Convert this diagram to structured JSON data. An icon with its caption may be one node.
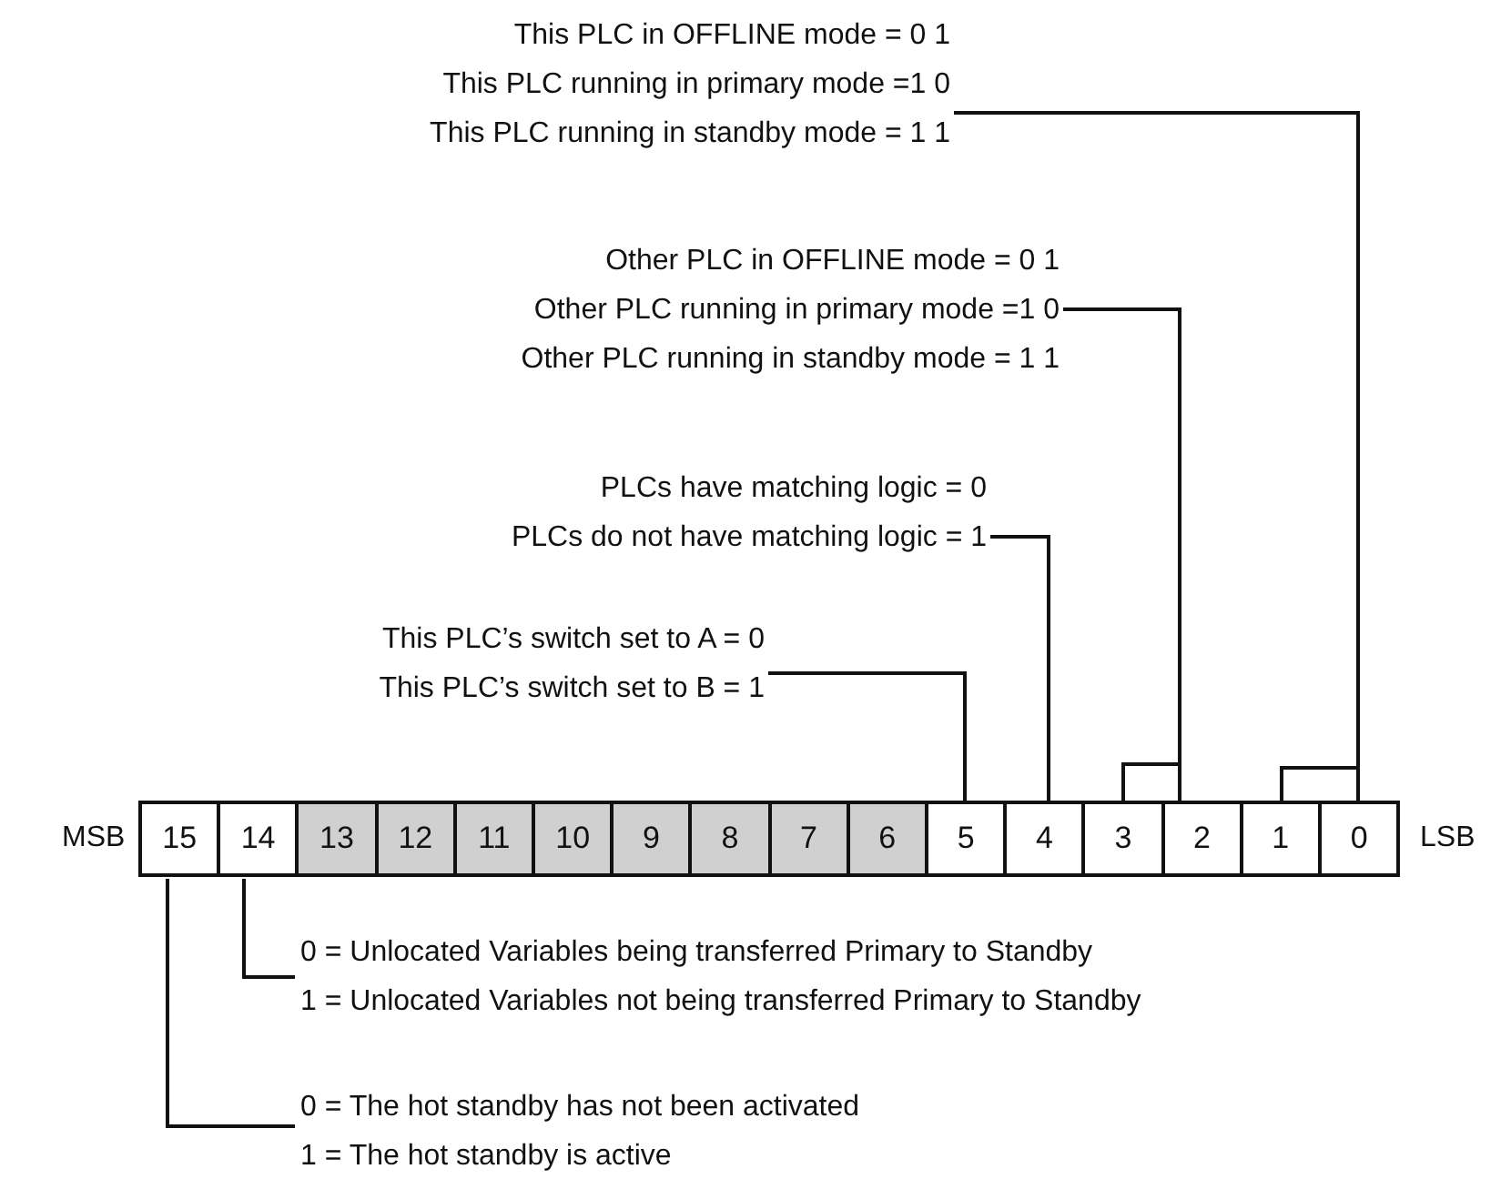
{
  "diagram": {
    "nodes": [
      {
        "text": [
          "This PLC in OFFLINE mode = 0 1",
          "This PLC running in primary mode =1 0",
          "This PLC running in standby mode = 1 1"
        ]
      },
      {
        "text": [
          "Other PLC in OFFLINE mode = 0 1",
          "Other PLC running in primary mode =1 0",
          "Other PLC running in standby mode = 1 1"
        ]
      },
      {
        "text": [
          "PLCs have matching logic = 0",
          "PLCs do not have matching logic = 1"
        ]
      },
      {
        "text": [
          "This PLC’s switch set to A = 0",
          "This PLC’s switch set to B = 1"
        ]
      },
      {
        "text": [
          "15"
        ]
      },
      {
        "text": [
          "14"
        ]
      },
      {
        "text": [
          "13"
        ]
      },
      {
        "text": [
          "12"
        ]
      },
      {
        "text": [
          "11"
        ]
      },
      {
        "text": [
          "10"
        ]
      },
      {
        "text": [
          "9"
        ]
      },
      {
        "text": [
          "8"
        ]
      },
      {
        "text": [
          "7"
        ]
      },
      {
        "text": [
          "6"
        ]
      },
      {
        "text": [
          "5"
        ]
      },
      {
        "text": [
          "4"
        ]
      },
      {
        "text": [
          "3"
        ]
      },
      {
        "text": [
          "2"
        ]
      },
      {
        "text": [
          "1"
        ]
      },
      {
        "text": [
          "0"
        ]
      },
      {
        "text": [
          "0 = Unlocated Variables being transferred Primary to Standby",
          "1 = Unlocated Variables not being transferred Primary to Standby"
        ]
      },
      {
        "text": [
          "0 = The hot standby has not been activated",
          "1 = The hot standby is active"
        ]
      }
    ],
    "edges": [
      {
        "from": 0,
        "to": 19,
        "arrow": "none"
      },
      {
        "from": 0,
        "to": 18,
        "arrow": "none"
      },
      {
        "from": 1,
        "to": 17,
        "arrow": "none"
      },
      {
        "from": 1,
        "to": 16,
        "arrow": "none"
      },
      {
        "from": 2,
        "to": 15,
        "arrow": "none"
      },
      {
        "from": 3,
        "to": 14,
        "arrow": "none"
      },
      {
        "from": 20,
        "to": 5,
        "arrow": "none"
      },
      {
        "from": 21,
        "to": 4,
        "arrow": "none"
      }
    ],
    "labels": [
      "MSB",
      "LSB"
    ]
  }
}
